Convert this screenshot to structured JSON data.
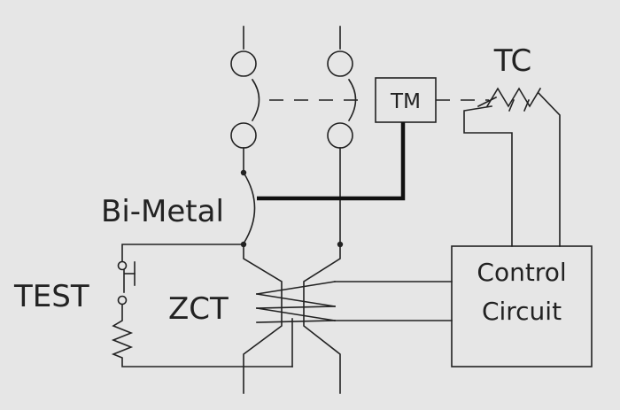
{
  "labels": {
    "tc": "TC",
    "tm": "TM",
    "bimetal": "Bi-Metal",
    "test": "TEST",
    "zct": "ZCT",
    "control_line1": "Control",
    "control_line2": "Circuit"
  },
  "colors": {
    "background": "#e6e6e6",
    "ink": "#222222"
  }
}
